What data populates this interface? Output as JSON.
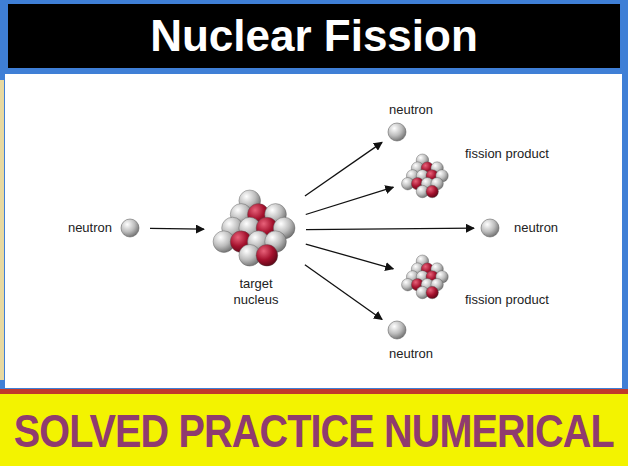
{
  "diagram": {
    "title": "Nuclear Fission",
    "caption": "SOLVED PRACTICE NUMERICAL",
    "nodes": [
      {
        "text": [
          "neutron"
        ]
      },
      {
        "text": [
          "target nucleus"
        ]
      },
      {
        "text": [
          "neutron"
        ]
      },
      {
        "text": [
          "fission product"
        ]
      },
      {
        "text": [
          "neutron"
        ]
      },
      {
        "text": [
          "fission product"
        ]
      },
      {
        "text": [
          "neutron"
        ]
      }
    ],
    "edges": [
      {
        "from": 0,
        "to": 1,
        "arrow": "to"
      },
      {
        "from": 1,
        "to": 2,
        "arrow": "to"
      },
      {
        "from": 1,
        "to": 3,
        "arrow": "to"
      },
      {
        "from": 1,
        "to": 4,
        "arrow": "to"
      },
      {
        "from": 1,
        "to": 5,
        "arrow": "to"
      },
      {
        "from": 1,
        "to": 6,
        "arrow": "to"
      }
    ]
  }
}
